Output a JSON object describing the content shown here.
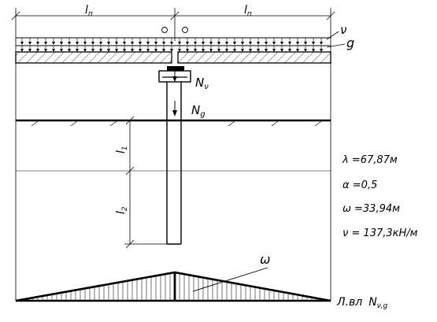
{
  "spans": {
    "left": {
      "main": "l",
      "sub": "п"
    },
    "right": {
      "main": "l",
      "sub": "п"
    }
  },
  "loads": {
    "live": "ν",
    "dead": "g"
  },
  "forces": {
    "live": {
      "main": "N",
      "sub": "ν"
    },
    "dead": {
      "main": "N",
      "sub": "g"
    }
  },
  "depths": {
    "upper": {
      "main": "l",
      "sub": "1"
    },
    "lower": {
      "main": "l",
      "sub": "2"
    }
  },
  "results": [
    "λ =67,87м",
    "α =0,5",
    "ω =33,94м",
    "ν = 137,3кН/м"
  ],
  "influence": {
    "area": "ω",
    "caption": "Л.вл",
    "force": {
      "main": "N",
      "sub": "ν,g"
    }
  }
}
